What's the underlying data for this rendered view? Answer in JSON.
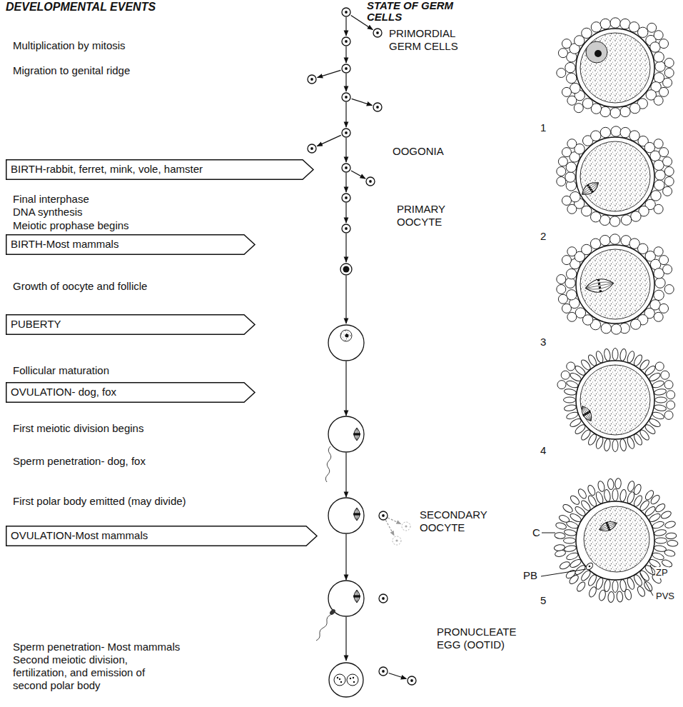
{
  "diagram": {
    "nodes": [
      {
        "text": [
          "BIRTH-rabbit, ferret, mink, vole, hamster"
        ]
      },
      {
        "text": [
          "BIRTH-Most mammals"
        ]
      },
      {
        "text": [
          "PUBERTY"
        ]
      },
      {
        "text": [
          "OVULATION- dog, fox"
        ]
      },
      {
        "text": [
          "OVULATION-Most mammals"
        ]
      }
    ],
    "labels": [
      "DEVELOPMENTAL EVENTS",
      "STATE OF GERM CELLS",
      "Multiplication by mitosis",
      "PRIMORDIAL GERM CELLS",
      "Migration to genital ridge",
      "OOGONIA",
      "Final interphase",
      "DNA synthesis",
      "Meiotic prophase begins",
      "PRIMARY OOCYTE",
      "Growth of oocyte and follicle",
      "Follicular maturation",
      "First meiotic division begins",
      "Sperm penetration- dog, fox",
      "First polar body emitted (may divide)",
      "SECONDARY OOCYTE",
      "Sperm penetration- Most mammals",
      "Second meiotic division, fertilization, and emission of second polar body",
      "PRONUCLEATE EGG (OOTID)",
      "1",
      "2",
      "3",
      "4",
      "C",
      "PB",
      "ZP",
      "5",
      "PVS"
    ]
  }
}
